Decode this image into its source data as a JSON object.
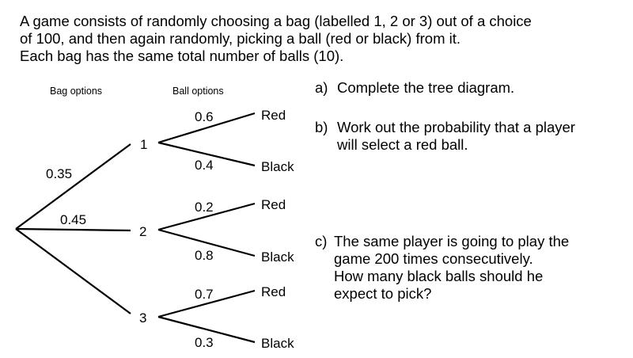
{
  "intro": [
    "A game consists of randomly choosing a bag (labelled 1, 2 or 3) out of a choice",
    "of 100, and then again randomly, picking a ball (red or black) from it.",
    "Each bag has the same total number of balls (10)."
  ],
  "tree": {
    "headers": {
      "bags": "Bag options",
      "balls": "Ball options"
    },
    "bag_probs": {
      "bag1": "0.35",
      "bag2": "0.45"
    },
    "bags": [
      {
        "label": "1",
        "red_prob": "0.6",
        "red": "Red",
        "black_prob": "0.4",
        "black": "Black"
      },
      {
        "label": "2",
        "red_prob": "0.2",
        "red": "Red",
        "black_prob": "0.8",
        "black": "Black"
      },
      {
        "label": "3",
        "red_prob": "0.7",
        "red": "Red",
        "black_prob": "0.3",
        "black": "Black"
      }
    ]
  },
  "questions": [
    {
      "letter": "a)",
      "lines": [
        "Complete the tree diagram."
      ]
    },
    {
      "letter": "b)",
      "lines": [
        "Work out the probability that a player",
        "will select a red ball."
      ]
    },
    {
      "letter": "c)",
      "lines": [
        "The same player is going to play the",
        "game 200 times consecutively.",
        "How many black balls should he",
        "expect to pick?"
      ]
    }
  ]
}
